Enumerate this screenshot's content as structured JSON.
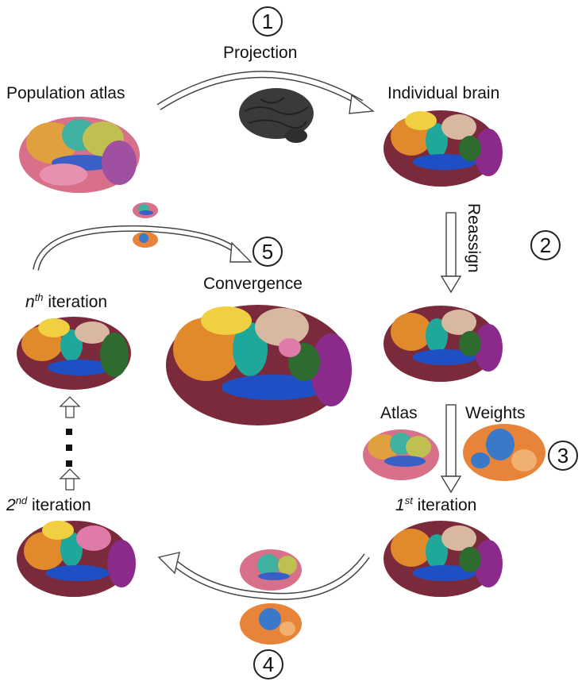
{
  "steps": {
    "step1": {
      "number": "1",
      "label": "Projection"
    },
    "step2": {
      "number": "2",
      "label": "Reassign"
    },
    "step3": {
      "number": "3"
    },
    "step4": {
      "number": "4"
    },
    "step5": {
      "number": "5",
      "label": "Convergence"
    }
  },
  "labels": {
    "population_atlas": "Population atlas",
    "individual_brain": "Individual brain",
    "atlas": "Atlas",
    "weights": "Weights",
    "first_iteration": {
      "ordinal_num": "1",
      "ordinal_sup": "st",
      "text": " iteration"
    },
    "second_iteration": {
      "ordinal_num": "2",
      "ordinal_sup": "nd",
      "text": " iteration"
    },
    "nth_iteration": {
      "ordinal_num": "n",
      "ordinal_sup": "th",
      "text": " iteration"
    }
  },
  "colors": {
    "parcel_palette": [
      "#7a2a3a",
      "#c9a64a",
      "#1fa79a",
      "#1f4fc4",
      "#e08a2c",
      "#2d6b2f",
      "#8a2a8a",
      "#d8b8a0",
      "#e07aa8",
      "#6b1f2a",
      "#f0d040"
    ],
    "weights_palette": [
      "#e8843a",
      "#3a78c8",
      "#f0b070"
    ],
    "dark_brain": "#3a3a3a",
    "arrow_stroke": "#444444"
  }
}
